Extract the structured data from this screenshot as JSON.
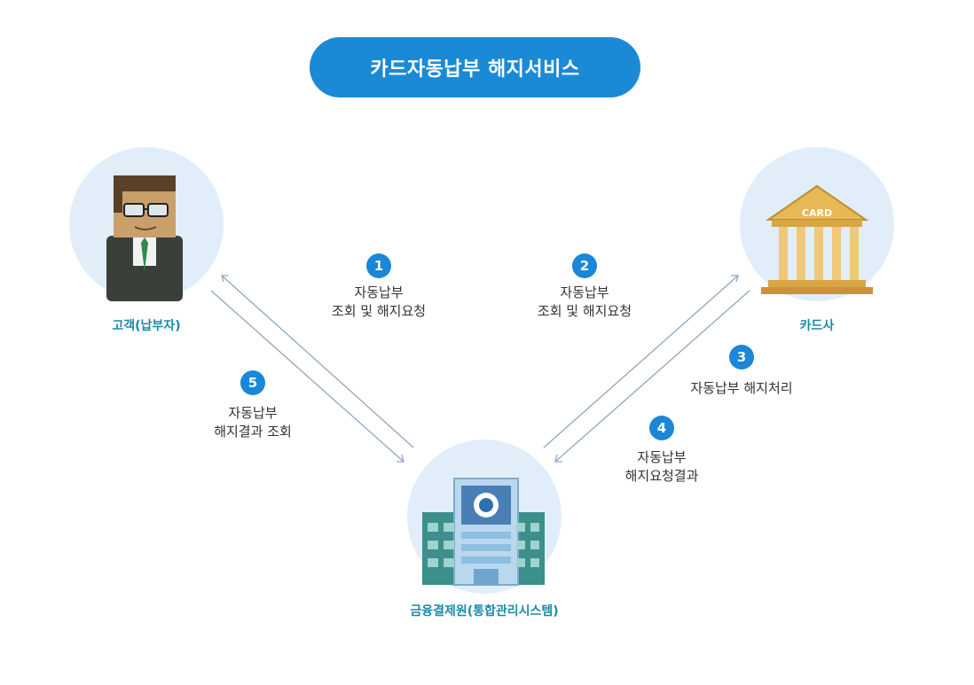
{
  "title": "카드자동납부 해지서비스",
  "nodes": {
    "customer": "고객(납부자)",
    "card_company": "카드사",
    "settlement": "금융결제원(통합관리시스템)"
  },
  "bank_sign": "CARD",
  "steps": [
    {
      "num": "1",
      "lines": [
        "자동납부",
        "조회 및 해지요청"
      ]
    },
    {
      "num": "2",
      "lines": [
        "자동납부",
        "조회 및 해지요청"
      ]
    },
    {
      "num": "3",
      "lines": [
        "자동납부 해지처리"
      ]
    },
    {
      "num": "4",
      "lines": [
        "자동납부",
        "해지요청결과"
      ]
    },
    {
      "num": "5",
      "lines": [
        "자동납부",
        "해지결과 조회"
      ]
    }
  ],
  "colors": {
    "accent": "#1a87d8",
    "label": "#1b8ba8",
    "circle": "#e1eef9",
    "arrow": "#8fa6c2"
  }
}
